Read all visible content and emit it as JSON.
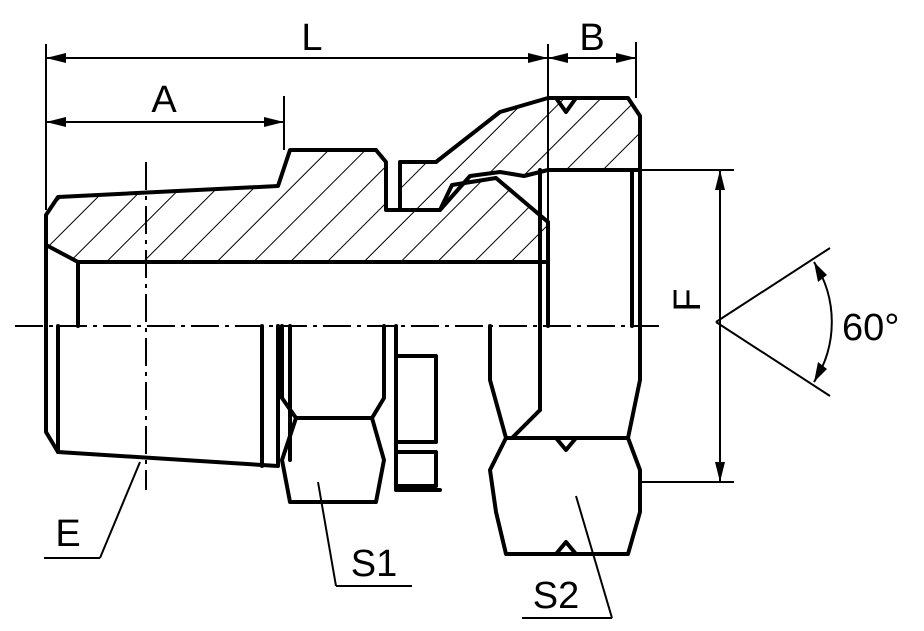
{
  "labels": {
    "L": "L",
    "A": "A",
    "B": "B",
    "F": "F",
    "E": "E",
    "S1": "S1",
    "S2": "S2",
    "angle": "60°"
  }
}
